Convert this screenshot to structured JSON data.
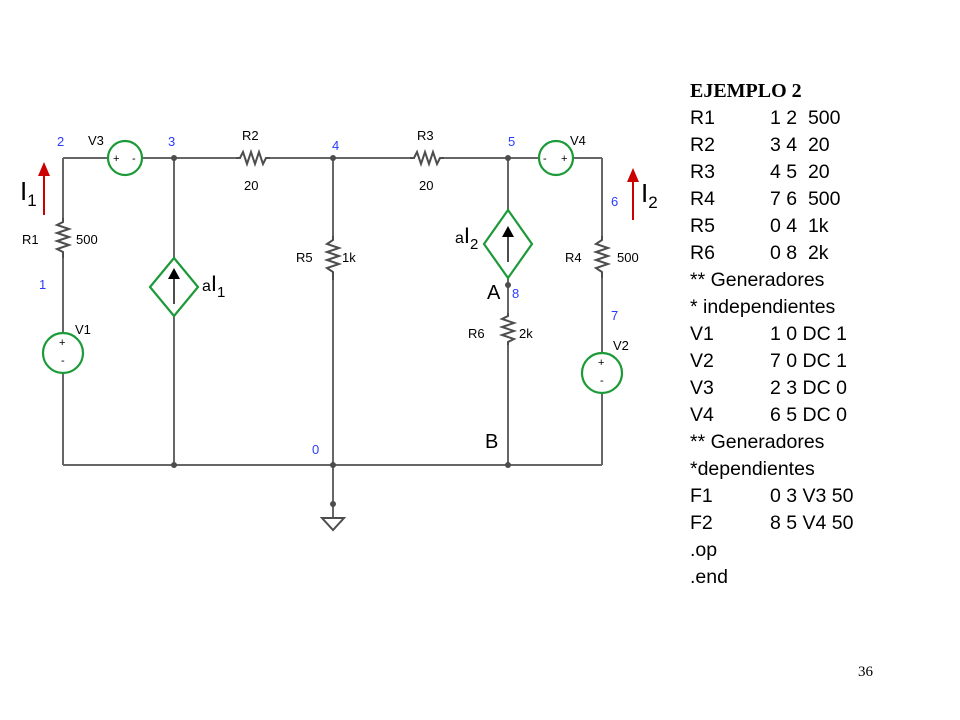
{
  "diagram": {
    "nodes": [
      "2",
      "3",
      "4",
      "5",
      "6",
      "1",
      "7",
      "8",
      "0"
    ],
    "components": {
      "R1": {
        "name": "R1",
        "value": "500"
      },
      "R2": {
        "name": "R2",
        "value": "20"
      },
      "R3": {
        "name": "R3",
        "value": "20"
      },
      "R4": {
        "name": "R4",
        "value": "500"
      },
      "R5": {
        "name": "R5",
        "value": "1k"
      },
      "R6": {
        "name": "R6",
        "value": "2k"
      },
      "V1": {
        "name": "V1"
      },
      "V2": {
        "name": "V2"
      },
      "V3": {
        "name": "V3"
      },
      "V4": {
        "name": "V4"
      }
    },
    "currents": {
      "i1": {
        "letter": "I",
        "sub": "1"
      },
      "i2": {
        "letter": "I",
        "sub": "2"
      }
    },
    "dep_sources": {
      "f1": {
        "coef": "a",
        "letter": "I",
        "sub": "1"
      },
      "f2": {
        "coef": "a",
        "letter": "I",
        "sub": "2"
      }
    },
    "points": {
      "A": "A",
      "B": "B"
    }
  },
  "netlist": {
    "title": "EJEMPLO 2",
    "lines": [
      {
        "name": "R1",
        "spec": "1 2  500"
      },
      {
        "name": "R2",
        "spec": "3 4  20"
      },
      {
        "name": "R3",
        "spec": "4 5  20"
      },
      {
        "name": "R4",
        "spec": "7 6  500"
      },
      {
        "name": "R5",
        "spec": "0 4  1k"
      },
      {
        "name": "R6",
        "spec": "0 8  2k"
      },
      {
        "full": "** Generadores"
      },
      {
        "full": "* independientes"
      },
      {
        "name": "V1",
        "spec": "1 0 DC 1"
      },
      {
        "name": "V2",
        "spec": "7 0 DC 1"
      },
      {
        "name": "V3",
        "spec": "2 3 DC 0"
      },
      {
        "name": "V4",
        "spec": "6 5 DC 0"
      },
      {
        "full": "** Generadores"
      },
      {
        "full": "*dependientes"
      },
      {
        "name": "F1",
        "spec": "0 3 V3 50"
      },
      {
        "name": "F2",
        "spec": "8 5 V4 50"
      },
      {
        "full": ".op"
      },
      {
        "full": ".end"
      }
    ]
  },
  "page_number": "36"
}
